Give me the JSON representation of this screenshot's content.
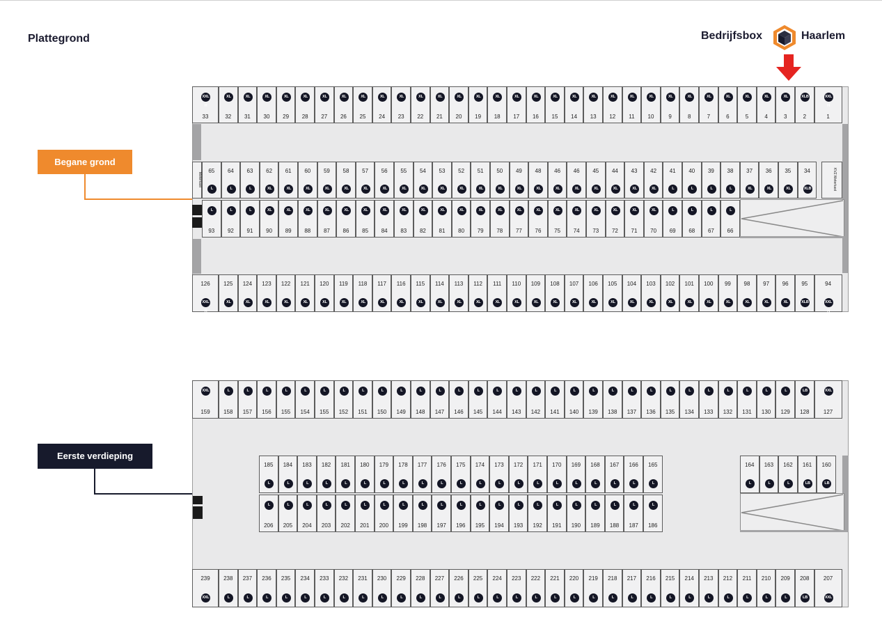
{
  "page": {
    "title": "Plattegrond"
  },
  "brand": {
    "left": "Bedrijfsbox",
    "right": "Haarlem",
    "colors": {
      "orange": "#ef8a2d",
      "navy": "#171a2c",
      "arrow": "#e52420"
    }
  },
  "floors": [
    {
      "label": "Begane grond",
      "color": "#ef8a2d"
    },
    {
      "label": "Eerste verdieping",
      "color": "#171a2c"
    }
  ],
  "side_labels": {
    "left": "Meterkast",
    "right": "KVZ Meterkast"
  },
  "rows": {
    "g_top": [
      [
        "33",
        "XXL H"
      ],
      [
        "32",
        "XL"
      ],
      [
        "31",
        "XL"
      ],
      [
        "30",
        "XL"
      ],
      [
        "29",
        "XL"
      ],
      [
        "28",
        "XL"
      ],
      [
        "27",
        "XL"
      ],
      [
        "26",
        "XL"
      ],
      [
        "25",
        "XL"
      ],
      [
        "24",
        "XL"
      ],
      [
        "23",
        "XL"
      ],
      [
        "22",
        "XL"
      ],
      [
        "21",
        "XL"
      ],
      [
        "20",
        "XL"
      ],
      [
        "19",
        "XL"
      ],
      [
        "18",
        "XL"
      ],
      [
        "17",
        "XL"
      ],
      [
        "16",
        "XL"
      ],
      [
        "15",
        "XL"
      ],
      [
        "14",
        "XL"
      ],
      [
        "13",
        "XL"
      ],
      [
        "12",
        "XL"
      ],
      [
        "11",
        "XL"
      ],
      [
        "10",
        "XL"
      ],
      [
        "9",
        "XL"
      ],
      [
        "8",
        "XL"
      ],
      [
        "7",
        "XL"
      ],
      [
        "6",
        "XL"
      ],
      [
        "5",
        "XL"
      ],
      [
        "4",
        "XL"
      ],
      [
        "3",
        "XL"
      ],
      [
        "2",
        "XLB"
      ],
      [
        "1",
        "XXL H"
      ]
    ],
    "g_mid_top": [
      [
        "65",
        "L"
      ],
      [
        "64",
        "L"
      ],
      [
        "63",
        "L"
      ],
      [
        "62",
        "XL"
      ],
      [
        "61",
        "XL"
      ],
      [
        "60",
        "XL"
      ],
      [
        "59",
        "XL"
      ],
      [
        "58",
        "XL"
      ],
      [
        "57",
        "XL"
      ],
      [
        "56",
        "XL"
      ],
      [
        "55",
        "XL"
      ],
      [
        "54",
        "XL"
      ],
      [
        "53",
        "XL"
      ],
      [
        "52",
        "XL"
      ],
      [
        "51",
        "XL"
      ],
      [
        "50",
        "XL"
      ],
      [
        "49",
        "XL"
      ],
      [
        "48",
        "XL"
      ],
      [
        "46",
        "XL"
      ],
      [
        "46",
        "XL"
      ],
      [
        "45",
        "XL"
      ],
      [
        "44",
        "XL"
      ],
      [
        "43",
        "XL"
      ],
      [
        "42",
        "XL"
      ],
      [
        "41",
        "L"
      ],
      [
        "40",
        "L"
      ],
      [
        "39",
        "L"
      ],
      [
        "38",
        "L"
      ],
      [
        "37",
        "XL"
      ],
      [
        "36",
        "XL"
      ],
      [
        "35",
        "XL"
      ],
      [
        "34",
        "XLB"
      ]
    ],
    "g_mid_bot": [
      [
        "93",
        "L"
      ],
      [
        "92",
        "L"
      ],
      [
        "91",
        "L"
      ],
      [
        "90",
        "XL"
      ],
      [
        "89",
        "XL"
      ],
      [
        "88",
        "XL"
      ],
      [
        "87",
        "XL"
      ],
      [
        "86",
        "XL"
      ],
      [
        "85",
        "XL"
      ],
      [
        "84",
        "XL"
      ],
      [
        "83",
        "XL"
      ],
      [
        "82",
        "XL"
      ],
      [
        "81",
        "XL"
      ],
      [
        "80",
        "XL"
      ],
      [
        "79",
        "XL"
      ],
      [
        "78",
        "XL"
      ],
      [
        "77",
        "XL"
      ],
      [
        "76",
        "XL"
      ],
      [
        "75",
        "XL"
      ],
      [
        "74",
        "XL"
      ],
      [
        "73",
        "XL"
      ],
      [
        "72",
        "XL"
      ],
      [
        "71",
        "XL"
      ],
      [
        "70",
        "XL"
      ],
      [
        "69",
        "L"
      ],
      [
        "68",
        "L"
      ],
      [
        "67",
        "L"
      ],
      [
        "66",
        "L"
      ]
    ],
    "g_bot": [
      [
        "126",
        "XXL H"
      ],
      [
        "125",
        "XL"
      ],
      [
        "124",
        "XL"
      ],
      [
        "123",
        "XL"
      ],
      [
        "122",
        "XL"
      ],
      [
        "121",
        "XL"
      ],
      [
        "120",
        "XL"
      ],
      [
        "119",
        "XL"
      ],
      [
        "118",
        "XL"
      ],
      [
        "117",
        "XL"
      ],
      [
        "116",
        "XL"
      ],
      [
        "115",
        "XL"
      ],
      [
        "114",
        "XL"
      ],
      [
        "113",
        "XL"
      ],
      [
        "112",
        "XL"
      ],
      [
        "111",
        "XL"
      ],
      [
        "110",
        "XL"
      ],
      [
        "109",
        "XL"
      ],
      [
        "108",
        "XL"
      ],
      [
        "107",
        "XL"
      ],
      [
        "106",
        "XL"
      ],
      [
        "105",
        "XL"
      ],
      [
        "104",
        "XL"
      ],
      [
        "103",
        "XL"
      ],
      [
        "102",
        "XL"
      ],
      [
        "101",
        "XL"
      ],
      [
        "100",
        "XL"
      ],
      [
        "99",
        "XL"
      ],
      [
        "98",
        "XL"
      ],
      [
        "97",
        "XL"
      ],
      [
        "96",
        "XL"
      ],
      [
        "95",
        "XLB"
      ],
      [
        "94",
        "XXL H"
      ]
    ],
    "f_top": [
      [
        "159",
        "XXL"
      ],
      [
        "158",
        "L"
      ],
      [
        "157",
        "L"
      ],
      [
        "156",
        "L"
      ],
      [
        "155",
        "L"
      ],
      [
        "154",
        "L"
      ],
      [
        "155",
        "L"
      ],
      [
        "152",
        "L"
      ],
      [
        "151",
        "L"
      ],
      [
        "150",
        "L"
      ],
      [
        "149",
        "L"
      ],
      [
        "148",
        "L"
      ],
      [
        "147",
        "L"
      ],
      [
        "146",
        "L"
      ],
      [
        "145",
        "L"
      ],
      [
        "144",
        "L"
      ],
      [
        "143",
        "L"
      ],
      [
        "142",
        "L"
      ],
      [
        "141",
        "L"
      ],
      [
        "140",
        "L"
      ],
      [
        "139",
        "L"
      ],
      [
        "138",
        "L"
      ],
      [
        "137",
        "L"
      ],
      [
        "136",
        "L"
      ],
      [
        "135",
        "L"
      ],
      [
        "134",
        "L"
      ],
      [
        "133",
        "L"
      ],
      [
        "132",
        "L"
      ],
      [
        "131",
        "L"
      ],
      [
        "130",
        "L"
      ],
      [
        "129",
        "L"
      ],
      [
        "128",
        "LB"
      ],
      [
        "127",
        "XXL"
      ]
    ],
    "f_mid_top": [
      [
        "185",
        "L"
      ],
      [
        "184",
        "L"
      ],
      [
        "183",
        "L"
      ],
      [
        "182",
        "L"
      ],
      [
        "181",
        "L"
      ],
      [
        "180",
        "L"
      ],
      [
        "179",
        "L"
      ],
      [
        "178",
        "L"
      ],
      [
        "177",
        "L"
      ],
      [
        "176",
        "L"
      ],
      [
        "175",
        "L"
      ],
      [
        "174",
        "L"
      ],
      [
        "173",
        "L"
      ],
      [
        "172",
        "L"
      ],
      [
        "171",
        "L"
      ],
      [
        "170",
        "L"
      ],
      [
        "169",
        "L"
      ],
      [
        "168",
        "L"
      ],
      [
        "167",
        "L"
      ],
      [
        "166",
        "L"
      ],
      [
        "165",
        "L"
      ]
    ],
    "f_mid_bot": [
      [
        "206",
        "L"
      ],
      [
        "205",
        "L"
      ],
      [
        "204",
        "L"
      ],
      [
        "203",
        "L"
      ],
      [
        "202",
        "L"
      ],
      [
        "201",
        "L"
      ],
      [
        "200",
        "L"
      ],
      [
        "199",
        "L"
      ],
      [
        "198",
        "L"
      ],
      [
        "197",
        "L"
      ],
      [
        "196",
        "L"
      ],
      [
        "195",
        "L"
      ],
      [
        "194",
        "L"
      ],
      [
        "193",
        "L"
      ],
      [
        "192",
        "L"
      ],
      [
        "191",
        "L"
      ],
      [
        "190",
        "L"
      ],
      [
        "189",
        "L"
      ],
      [
        "188",
        "L"
      ],
      [
        "187",
        "L"
      ],
      [
        "186",
        "L"
      ]
    ],
    "f_right": [
      [
        "164",
        "L"
      ],
      [
        "163",
        "L"
      ],
      [
        "162",
        "L"
      ],
      [
        "161",
        "LB"
      ],
      [
        "160",
        "LB"
      ]
    ],
    "f_bot": [
      [
        "239",
        "XXL"
      ],
      [
        "238",
        "L"
      ],
      [
        "237",
        "L"
      ],
      [
        "236",
        "L"
      ],
      [
        "235",
        "L"
      ],
      [
        "234",
        "L"
      ],
      [
        "233",
        "L"
      ],
      [
        "232",
        "L"
      ],
      [
        "231",
        "L"
      ],
      [
        "230",
        "L"
      ],
      [
        "229",
        "L"
      ],
      [
        "228",
        "L"
      ],
      [
        "227",
        "L"
      ],
      [
        "226",
        "L"
      ],
      [
        "225",
        "L"
      ],
      [
        "224",
        "L"
      ],
      [
        "223",
        "L"
      ],
      [
        "222",
        "L"
      ],
      [
        "221",
        "L"
      ],
      [
        "220",
        "L"
      ],
      [
        "219",
        "L"
      ],
      [
        "218",
        "L"
      ],
      [
        "217",
        "L"
      ],
      [
        "216",
        "L"
      ],
      [
        "215",
        "L"
      ],
      [
        "214",
        "L"
      ],
      [
        "213",
        "L"
      ],
      [
        "212",
        "L"
      ],
      [
        "211",
        "L"
      ],
      [
        "210",
        "L"
      ],
      [
        "209",
        "L"
      ],
      [
        "208",
        "LB"
      ],
      [
        "207",
        "XXL"
      ]
    ]
  }
}
